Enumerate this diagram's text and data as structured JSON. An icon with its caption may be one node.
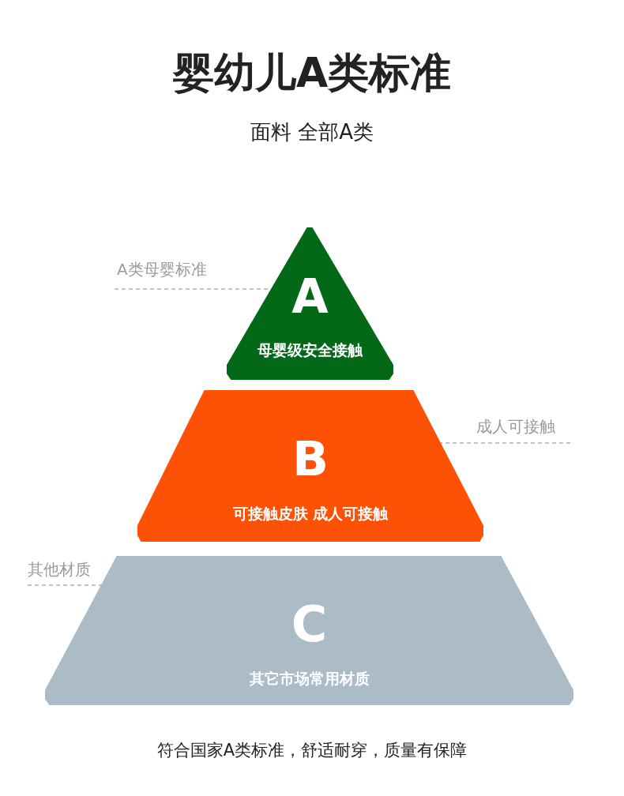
{
  "diagram": {
    "title": "婴幼儿A类标准",
    "nodes": [
      {
        "text": [
          "A类母婴标准"
        ]
      },
      {
        "text": [
          "A",
          "母婴级安全接触"
        ]
      },
      {
        "text": [
          "B",
          "可接触皮肤 成人可接触"
        ]
      },
      {
        "text": [
          "成人可接触"
        ]
      },
      {
        "text": [
          "其他材质"
        ]
      },
      {
        "text": [
          "C",
          "其它市场常用材质"
        ]
      }
    ],
    "edges": [
      {
        "from": 0,
        "to": 1,
        "arrow": "none",
        "style": "dashed"
      },
      {
        "from": 3,
        "to": 2,
        "arrow": "none",
        "style": "dashed"
      },
      {
        "from": 4,
        "to": 5,
        "arrow": "none",
        "style": "dashed"
      }
    ],
    "labels": [
      "面料 全部A类"
    ],
    "caption": "符合国家A类标准，舒适耐穿，质量有保障"
  }
}
